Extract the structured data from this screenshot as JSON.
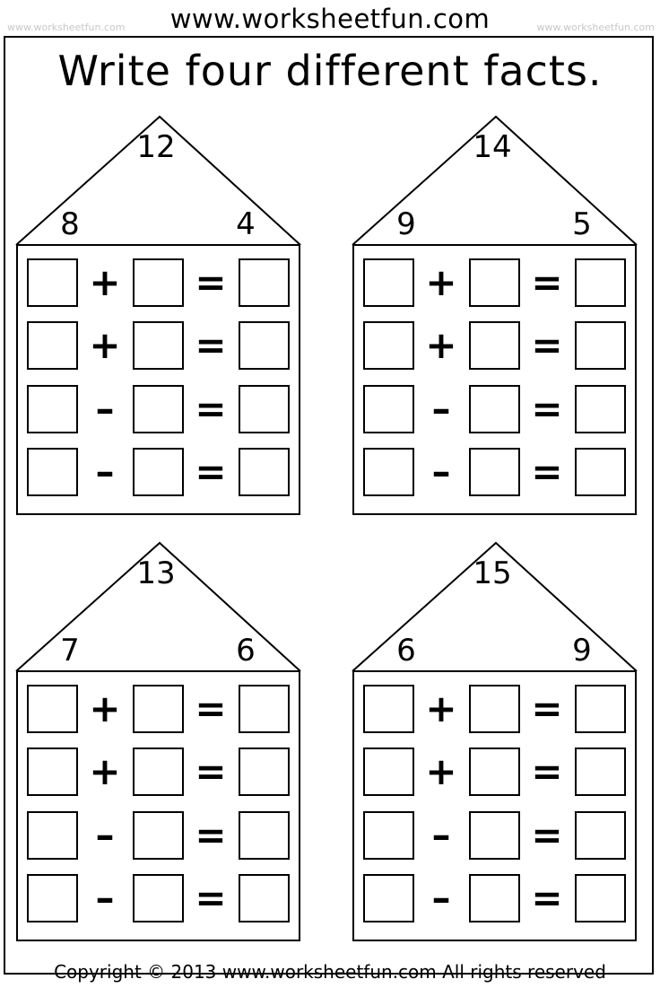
{
  "header": {
    "site": "www.worksheetfun.com",
    "watermark": "www.worksheetfun.com"
  },
  "title": "Write four different facts.",
  "houses": [
    {
      "top": "12",
      "left": "8",
      "right": "4"
    },
    {
      "top": "14",
      "left": "9",
      "right": "5"
    },
    {
      "top": "13",
      "left": "7",
      "right": "6"
    },
    {
      "top": "15",
      "left": "6",
      "right": "9"
    }
  ],
  "operators": {
    "plus": "+",
    "minus": "–",
    "equals": "="
  },
  "footer": "Copyright © 2013 www.worksheetfun.com All rights reserved"
}
